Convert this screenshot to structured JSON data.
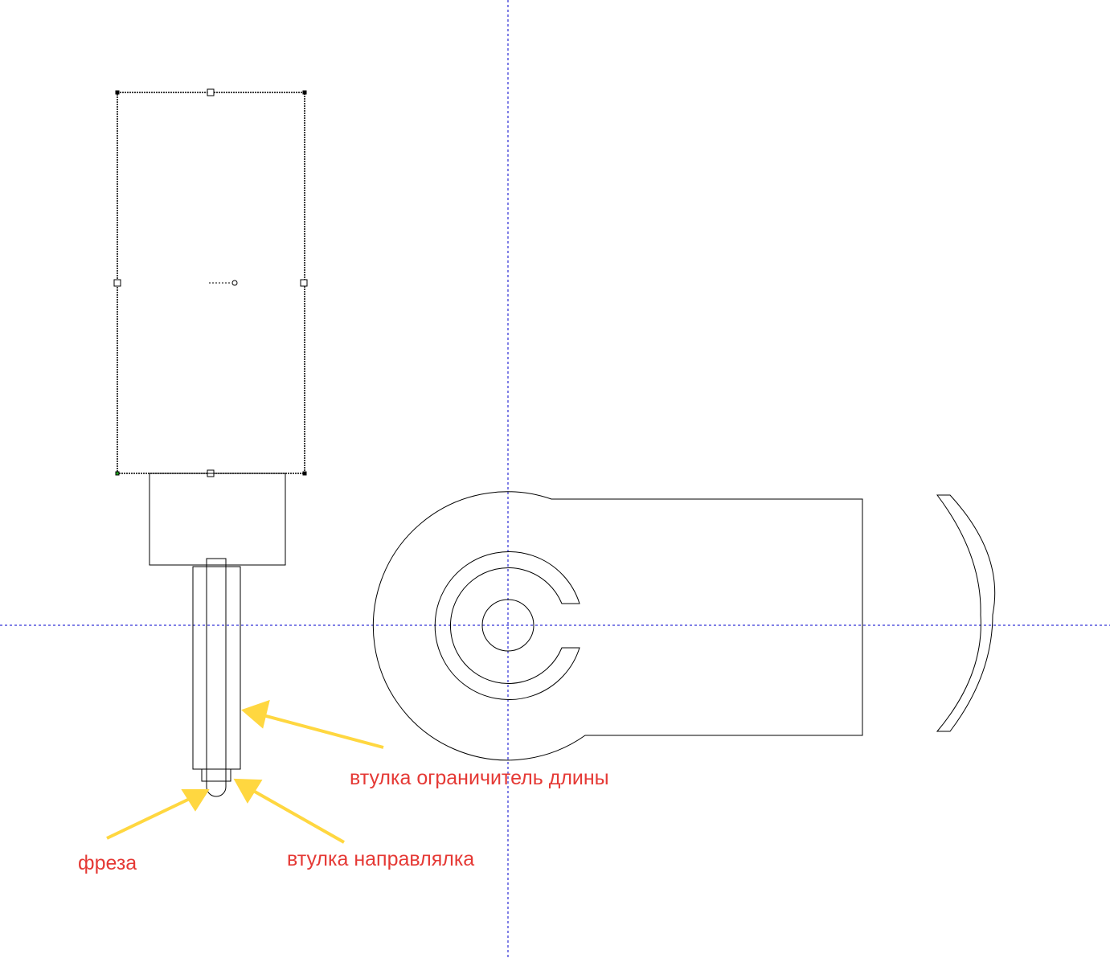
{
  "labels": {
    "length_limiter_bushing": "втулка ограничитель длины",
    "cutter": "фреза",
    "guide_bushing": "втулка направлялка"
  },
  "colors": {
    "guide_line": "#0000cc",
    "annotation_text": "#e53935",
    "arrow": "#ffd740",
    "outline": "#000000"
  }
}
